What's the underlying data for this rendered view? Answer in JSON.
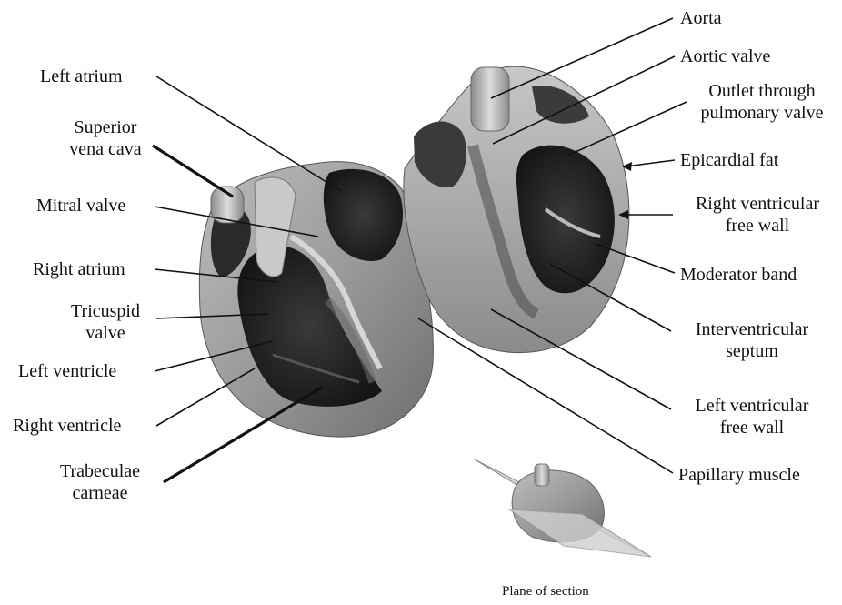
{
  "labels": {
    "aorta": "Aorta",
    "aortic_valve": "Aortic valve",
    "outlet_line1": "Outlet through",
    "outlet_line2": "pulmonary valve",
    "epicardial_fat": "Epicardial fat",
    "rv_free_wall_line1": "Right ventricular",
    "rv_free_wall_line2": "free wall",
    "moderator_band": "Moderator band",
    "iv_septum_line1": "Interventricular",
    "iv_septum_line2": "septum",
    "lv_free_wall_line1": "Left ventricular",
    "lv_free_wall_line2": "free wall",
    "papillary_muscle": "Papillary muscle",
    "left_atrium": "Left atrium",
    "svc_line1": "Superior",
    "svc_line2": "vena cava",
    "mitral_valve": "Mitral valve",
    "right_atrium": "Right atrium",
    "tricuspid_line1": "Tricuspid",
    "tricuspid_line2": "valve",
    "left_ventricle": "Left ventricle",
    "right_ventricle": "Right ventricle",
    "trabeculae_line1": "Trabeculae",
    "trabeculae_line2": "carneae",
    "plane_of_section": "Plane of section"
  }
}
